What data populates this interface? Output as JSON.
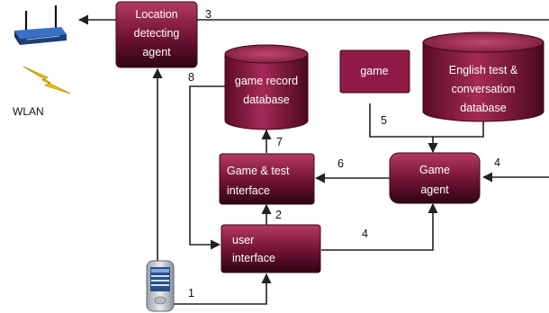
{
  "diagram": {
    "wlan_label": "WLAN",
    "nodes": {
      "location_agent": [
        "Location",
        "detecting",
        "agent"
      ],
      "game_record_db": [
        "game record",
        "database"
      ],
      "game": [
        "game"
      ],
      "english_db": [
        "English test &",
        "conversation",
        "database"
      ],
      "game_test_interface": [
        "Game & test",
        "interface"
      ],
      "game_agent": [
        "Game",
        "agent"
      ],
      "user_interface": [
        "user",
        "interface"
      ]
    },
    "edge_labels": {
      "e1": "1",
      "e2": "2",
      "e3": "3",
      "e4a": "4",
      "e4b": "4",
      "e5": "5",
      "e6": "6",
      "e7": "7",
      "e8": "8"
    },
    "colors": {
      "box_top": "#b53a63",
      "box_bottom": "#2e0414",
      "wire": "#222222",
      "router_blue": "#2c5aa8",
      "lightning": "#f2c200"
    }
  }
}
